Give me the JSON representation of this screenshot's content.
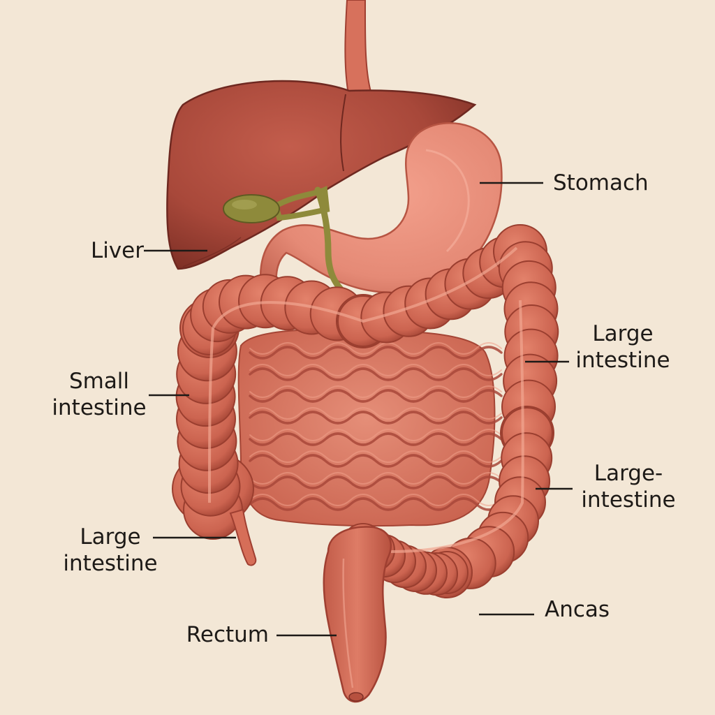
{
  "palette": {
    "background": "#f3e7d6",
    "liver": "#a8483a",
    "liver_dark": "#7d2f25",
    "stomach": "#e58a76",
    "intestine": "#d66e58",
    "intestine_dark": "#9f3f31",
    "gallbladder": "#8e8a3b",
    "leader_line": "#1d1a17"
  },
  "labels": {
    "stomach": [
      "Stomach"
    ],
    "liver": [
      "Liver"
    ],
    "small_intestine": [
      "Small",
      "intestine"
    ],
    "large_intestine_upper_right": [
      "Large",
      "intestine"
    ],
    "large_intestine_lower_right": [
      "Large-",
      "intestine"
    ],
    "large_intestine_left": [
      "Large",
      "intestine"
    ],
    "anus": [
      "Ancas"
    ],
    "rectum": [
      "Rectum"
    ]
  },
  "icons": {
    "liver": "liver-illustration",
    "stomach": "stomach-illustration",
    "gallbladder": "gallbladder-illustration",
    "esophagus": "esophagus-illustration",
    "small_intestine": "small-intestine-illustration",
    "large_intestine": "large-intestine-illustration",
    "rectum": "rectum-illustration",
    "appendix": "appendix-illustration"
  }
}
